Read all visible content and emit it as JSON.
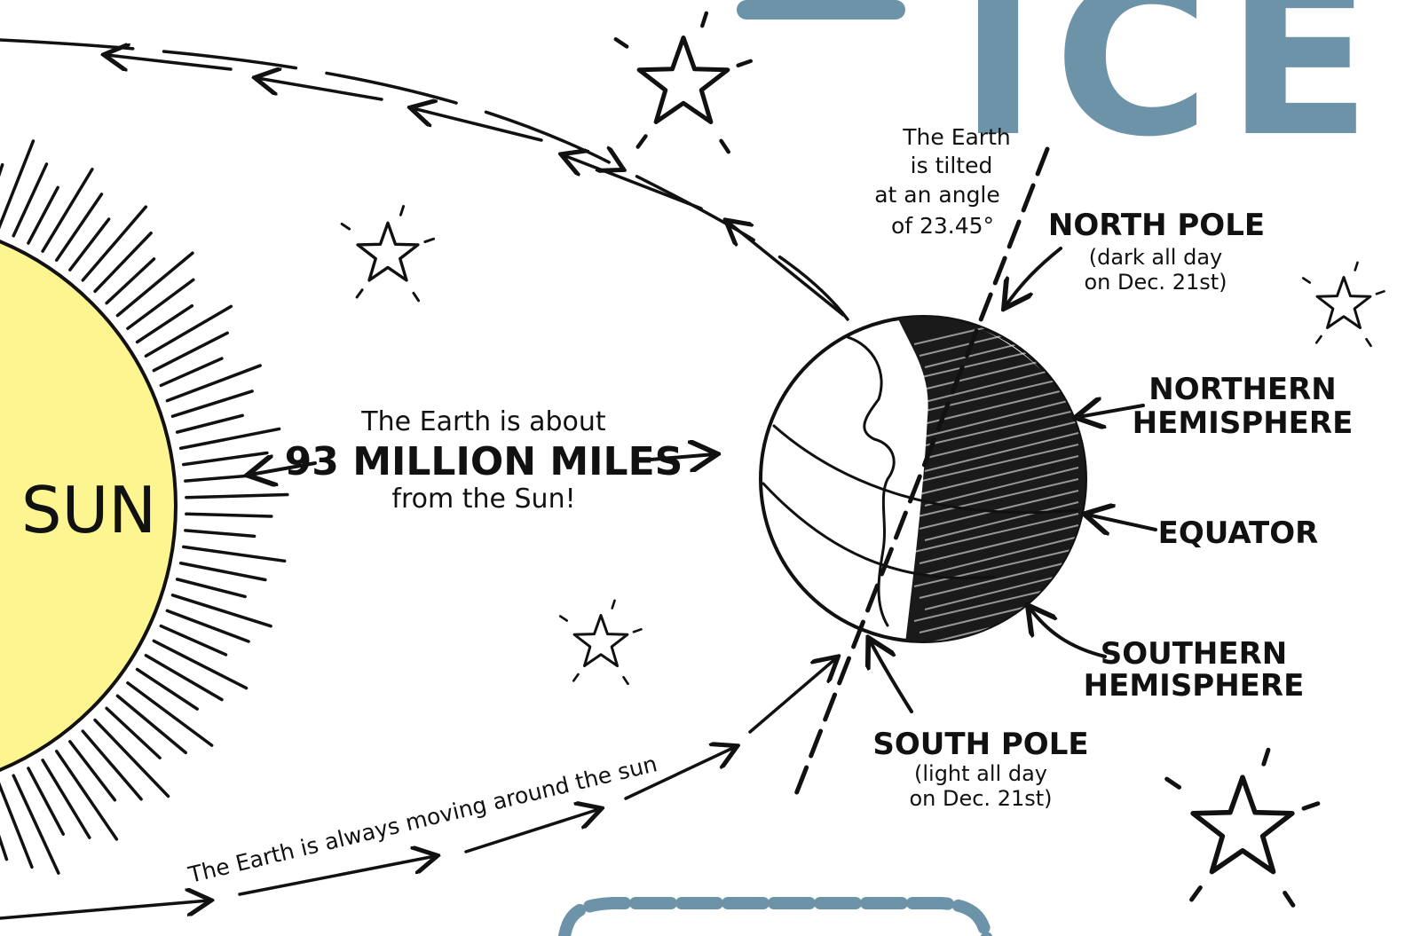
{
  "title_fragment": "ICE",
  "sun": {
    "label": "SUN"
  },
  "distance": {
    "line1": "The Earth is about",
    "line2": "93 MILLION MILES",
    "line3": "from the Sun!"
  },
  "tilt": {
    "line1": "The Earth",
    "line2": "is tilted",
    "line3": "at an angle",
    "line4": "of 23.45°"
  },
  "labels": {
    "north_pole": {
      "title": "NORTH POLE",
      "sub1": "(dark all day",
      "sub2": "on Dec. 21st)"
    },
    "northern_hemisphere": {
      "line1": "NORTHERN",
      "line2": "HEMISPHERE"
    },
    "equator": {
      "title": "EQUATOR"
    },
    "southern_hemisphere": {
      "line1": "SOUTHERN",
      "line2": "HEMISPHERE"
    },
    "south_pole": {
      "title": "SOUTH POLE",
      "sub1": "(light all day",
      "sub2": "on Dec. 21st)"
    }
  },
  "orbit_caption": "The Earth is always moving around the sun",
  "colors": {
    "sun_fill": "#fdf58f",
    "ink": "#111111",
    "accent_blue": "#6d93a8"
  }
}
